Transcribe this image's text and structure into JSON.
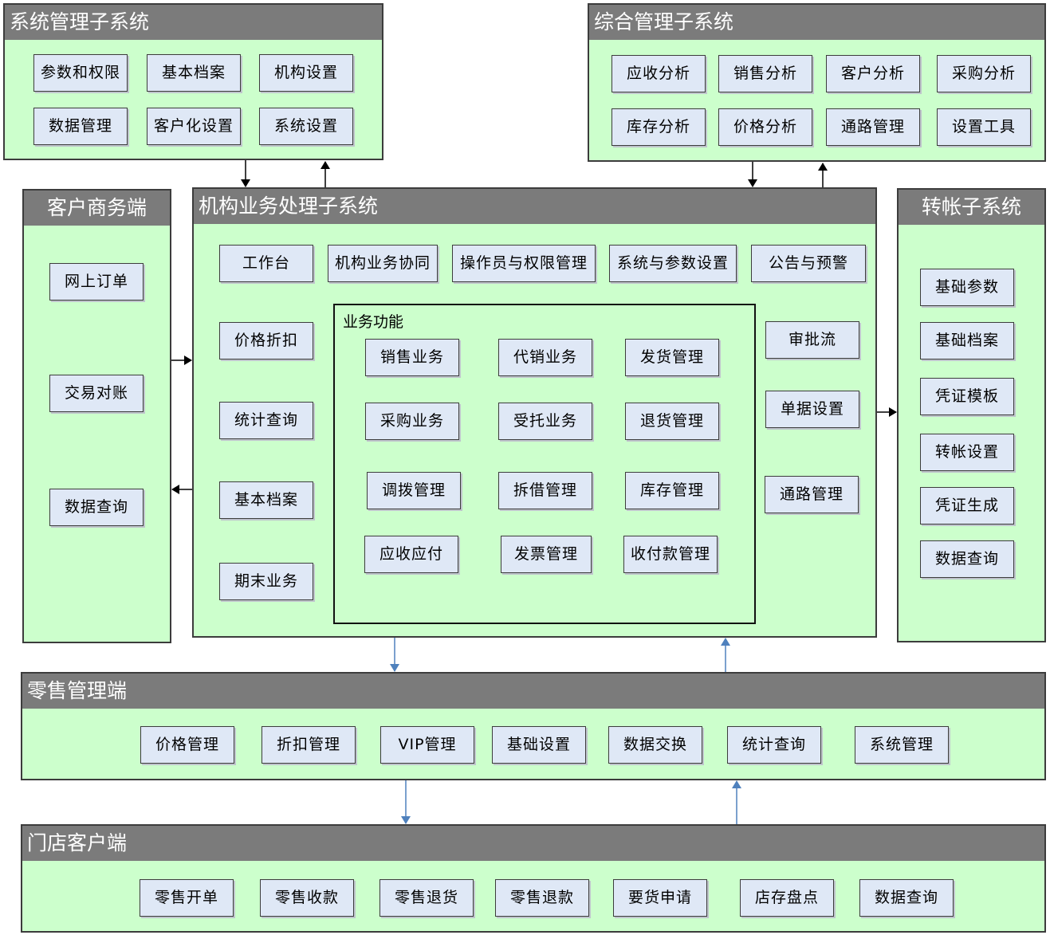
{
  "system_mgmt": {
    "title": "系统管理子系统",
    "items": [
      "参数和权限",
      "基本档案",
      "机构设置",
      "数据管理",
      "客户化设置",
      "系统设置"
    ]
  },
  "comprehensive_mgmt": {
    "title": "综合管理子系统",
    "items": [
      "应收分析",
      "销售分析",
      "客户分析",
      "采购分析",
      "库存分析",
      "价格分析",
      "通路管理",
      "设置工具"
    ]
  },
  "customer_biz": {
    "title": "客户商务端",
    "items": [
      "网上订单",
      "交易对账",
      "数据查询"
    ]
  },
  "org_biz": {
    "title": "机构业务处理子系统",
    "top_items": [
      "工作台",
      "机构业务协同",
      "操作员与权限管理",
      "系统与参数设置",
      "公告与预警"
    ],
    "left_items": [
      "价格折扣",
      "统计查询",
      "基本档案",
      "期末业务"
    ],
    "right_items": [
      "审批流",
      "单据设置",
      "通路管理"
    ],
    "business": {
      "title": "业务功能",
      "items": [
        "销售业务",
        "代销业务",
        "发货管理",
        "采购业务",
        "受托业务",
        "退货管理",
        "调拨管理",
        "拆借管理",
        "库存管理",
        "应收应付",
        "发票管理",
        "收付款管理"
      ]
    }
  },
  "transfer": {
    "title": "转帐子系统",
    "items": [
      "基础参数",
      "基础档案",
      "凭证模板",
      "转帐设置",
      "凭证生成",
      "数据查询"
    ]
  },
  "retail_mgmt": {
    "title": "零售管理端",
    "items": [
      "价格管理",
      "折扣管理",
      "VIP管理",
      "基础设置",
      "数据交换",
      "统计查询",
      "系统管理"
    ]
  },
  "store_client": {
    "title": "门店客户端",
    "items": [
      "零售开单",
      "零售收款",
      "零售退货",
      "零售退款",
      "要货申请",
      "店存盘点",
      "数据查询"
    ]
  },
  "colors": {
    "panel_fill": "#ccffcc",
    "header_fill": "#7b7b7b",
    "item_fill": "#dfe8f6",
    "arrow_blue": "#4f81bd",
    "arrow_black": "#000000"
  }
}
